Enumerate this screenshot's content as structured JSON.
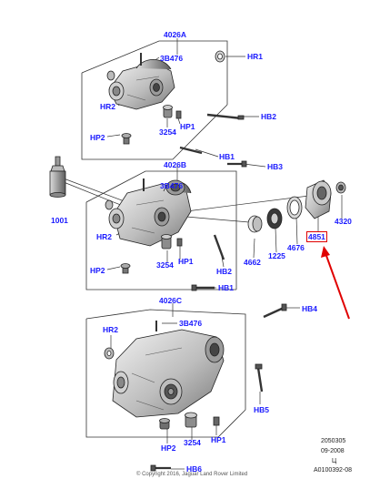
{
  "colors": {
    "label": "#1a1aff",
    "highlight": "#e00000",
    "line": "#333333"
  },
  "labels": {
    "l4026a": "4026A",
    "l3b476a": "3B476",
    "hr1": "HR1",
    "hr2a": "HR2",
    "hb2a": "HB2",
    "hp2a": "HP2",
    "l3254a": "3254",
    "hp1a": "HP1",
    "l1001": "1001",
    "hb1a": "HB1",
    "hb3": "HB3",
    "l4026b": "4026B",
    "l3b476b": "3B476",
    "hr2b": "HR2",
    "hp2b": "HP2",
    "l3254b": "3254",
    "hp1b": "HP1",
    "hb2b": "HB2",
    "hb1b": "HB1",
    "l4662": "4662",
    "l1225": "1225",
    "l4676": "4676",
    "l4851": "4851",
    "l4320": "4320",
    "l4026c": "4026C",
    "hr2c": "HR2",
    "l3b476c": "3B476",
    "hb4": "HB4",
    "hb5": "HB5",
    "hp2c": "HP2",
    "l3254c": "3254",
    "hp1c": "HP1",
    "hb6": "HB6"
  },
  "info": {
    "ref1": "2050305",
    "ref2": "09-2008",
    "ref3": "Ц",
    "ref4": "A0100392-08",
    "copyright": "© Copyright 2016, Jaguar Land Rover Limited"
  },
  "highlighted_part": "4851"
}
